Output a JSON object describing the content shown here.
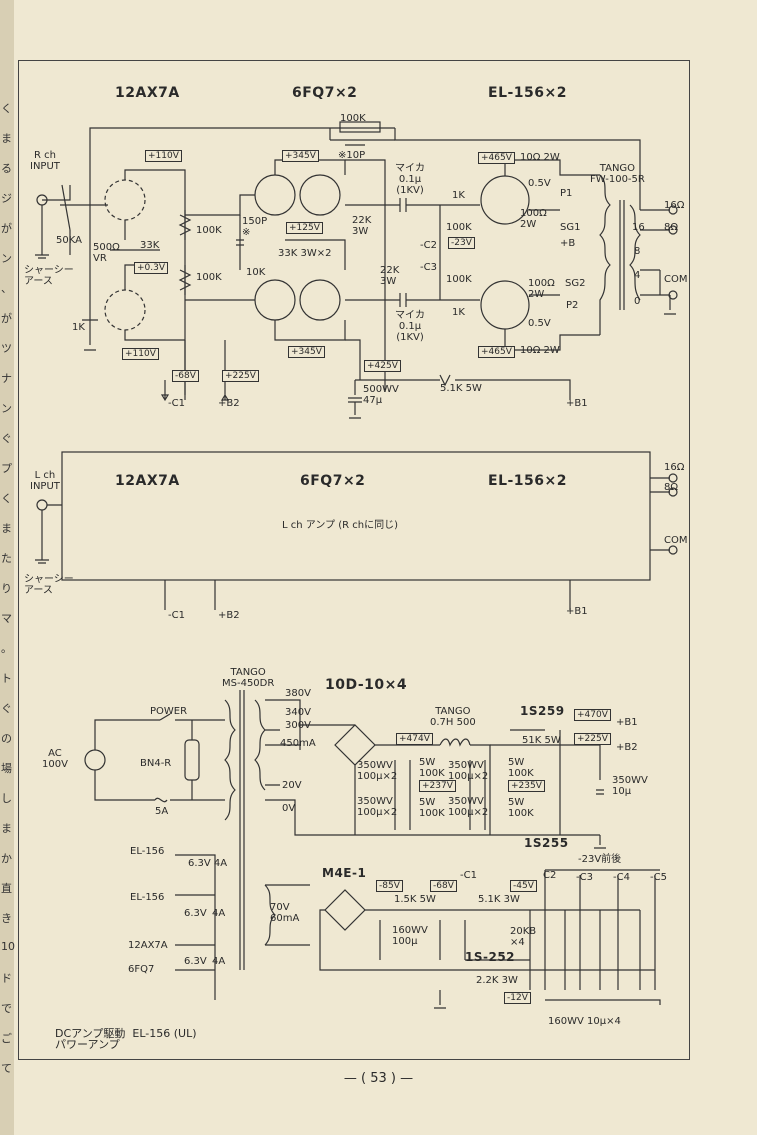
{
  "page_number": "— ( 53 ) —",
  "margin_chars": [
    "く",
    "ま",
    "る",
    "ジ",
    "が",
    "ン",
    "、",
    "が",
    "ツ",
    "ナ",
    "ン",
    "ぐ",
    "プ",
    "く",
    "ま",
    "た",
    "り",
    "マ",
    "。",
    "ト",
    "ぐ",
    "の",
    "場",
    "し",
    "ま",
    "か",
    "直",
    "き",
    "10",
    "ド",
    "で",
    "ご",
    "て"
  ],
  "rch": {
    "input_label": "R ch\nINPUT",
    "tube1": "12AX7A",
    "tube2": "6FQ7×2",
    "tube3": "EL-156×2",
    "fb_r": "100K",
    "fb_c": "※10P",
    "v_in1": "+110V",
    "v_345": "+345V",
    "v_465": "+465V",
    "vol": "50KA",
    "vr": "500Ω\nVR",
    "r33k": "33K",
    "v03": "+0.3V",
    "r100k_a": "100K",
    "r100k_b": "100K",
    "c150p": "150P\n※",
    "r10k": "10K",
    "v125": "+125V",
    "r33k3w": "33K 3W×2",
    "r22k_a": "22K\n3W",
    "r22k_b": "22K\n3W",
    "mica1": "マイカ\n0.1μ\n(1KV)",
    "mica2": "マイカ\n0.1μ\n(1KV)",
    "r1k_a": "1K",
    "r1k_b": "1K",
    "r100k_c": "100K",
    "r100k_d": "100K",
    "c2": "-C2",
    "c3": "-C3",
    "v_m23": "-23V",
    "r10_2w_a": "10Ω 2W",
    "r05_a": "0.5V",
    "r100_2w_a": "100Ω\n2W",
    "r100_2w_b": "100Ω\n2W",
    "r05_b": "0.5V",
    "r10_2w_b": "10Ω 2W",
    "tango": "TANGO\nFW-100-5R",
    "p1": "P1",
    "sg1": "SG1",
    "plusb": "+B",
    "sg2": "SG2",
    "p2": "P2",
    "tap16": "16",
    "tap8": "8",
    "tap4": "4",
    "tap0": "0",
    "out16": "16Ω",
    "out8": "8Ω",
    "com": "COM",
    "r1k_cath": "1K",
    "v_in2": "+110V",
    "v_m68": "-68V",
    "v_225": "+225V",
    "v_345b": "+345V",
    "v_425": "+425V",
    "v_465b": "+465V",
    "cap500": "500WV\n47μ",
    "r51k": "5.1K 5W",
    "c1": "-C1",
    "b2": "+B2",
    "b1": "+B1",
    "shassis": "シャーシー\nアース"
  },
  "lch": {
    "input_label": "L ch\nINPUT",
    "tube1": "12AX7A",
    "tube2": "6FQ7×2",
    "tube3": "EL-156×2",
    "note": "L ch アンプ (R chに同じ)",
    "out16": "16Ω",
    "out8": "8Ω",
    "com": "COM",
    "c1": "-C1",
    "b2": "+B2",
    "b1": "+B1",
    "shassis": "シャーシー\nアース"
  },
  "psu": {
    "tango": "TANGO\nMS-450DR",
    "diode": "10D-10×4",
    "power": "POWER",
    "ac": "AC\n100V",
    "bn": "BN4-R",
    "fuse": "5A",
    "t380": "380V",
    "t340": "340V",
    "t300": "300V",
    "t450": "450mA",
    "t20": "20V",
    "t0": "0V",
    "v474": "+474V",
    "v237": "+237V",
    "v235": "+235V",
    "v470": "+470V",
    "v225": "+225V",
    "choke": "TANGO\n0.7H 500",
    "s259": "1S259",
    "s255": "1S255",
    "r51k": "51K 5W",
    "b1": "+B1",
    "b2": "+B2",
    "cap_a": "350WV\n100μ×2",
    "cap_b": "350WV\n100μ×2",
    "cap_c": "350WV\n100μ×2",
    "cap_d": "350WV\n100μ×2",
    "r5w1": "5W\n100K",
    "r5w2": "5W\n100K",
    "r5w3": "5W\n100K",
    "r5w4": "5W\n100K",
    "cap350": "350WV\n10μ",
    "el156_1": "EL-156",
    "el156_2": "EL-156",
    "ax": "12AX7A",
    "fq": "6FQ7",
    "h1": "6.3V  4A",
    "h2": "6.3V",
    "h2b": "4A",
    "h3": "6.3V",
    "h3b": "4A",
    "t70": "70V\n60mA",
    "m4e": "M4E-1",
    "v85": "-85V",
    "v68": "-68V",
    "v45": "-45V",
    "c1": "-C1",
    "c2": "C2",
    "c3": "-C3",
    "c4": "-C4",
    "c5": "-C5",
    "near23": "-23V前後",
    "r15k": "1.5K 5W",
    "r51k3w": "5.1K 3W",
    "cap160": "160WV\n100μ",
    "r20kb": "20KB\n×4",
    "s252": "1S-252",
    "r22k": "2.2K 3W",
    "v12": "-12V",
    "cap160x4": "160WV  10μ×4",
    "caption": "DCアンプ駆動  EL-156 (UL)\nパワーアンプ"
  }
}
